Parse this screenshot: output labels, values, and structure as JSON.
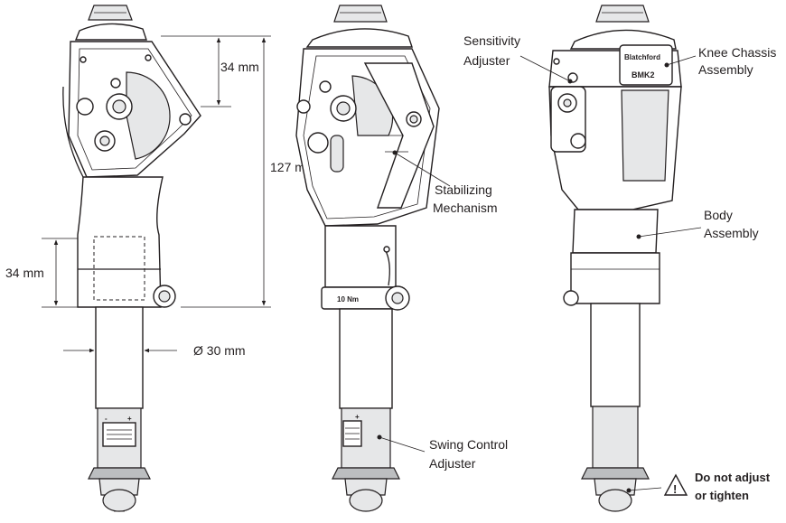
{
  "dimensions": {
    "top_height": "34 mm",
    "total_height": "127 mm",
    "body_height": "34 mm",
    "diameter": "Ø 30 mm"
  },
  "labels": {
    "sensitivity_line1": "Sensitivity",
    "sensitivity_line2": "Adjuster",
    "stabilizing_line1": "Stabilizing",
    "stabilizing_line2": "Mechanism",
    "swing_line1": "Swing Control",
    "swing_line2": "Adjuster",
    "chassis_line1": "Knee Chassis",
    "chassis_line2": "Assembly",
    "body_line1": "Body",
    "body_line2": "Assembly",
    "warning_line1": "Do not adjust",
    "warning_line2": "or tighten"
  },
  "markings": {
    "brand": "Blatchford",
    "model": "BMK2",
    "torque": "10 Nm",
    "minus": "-",
    "plus": "+",
    "warning_symbol": "!"
  },
  "icons": [
    "warning-triangle-icon"
  ]
}
